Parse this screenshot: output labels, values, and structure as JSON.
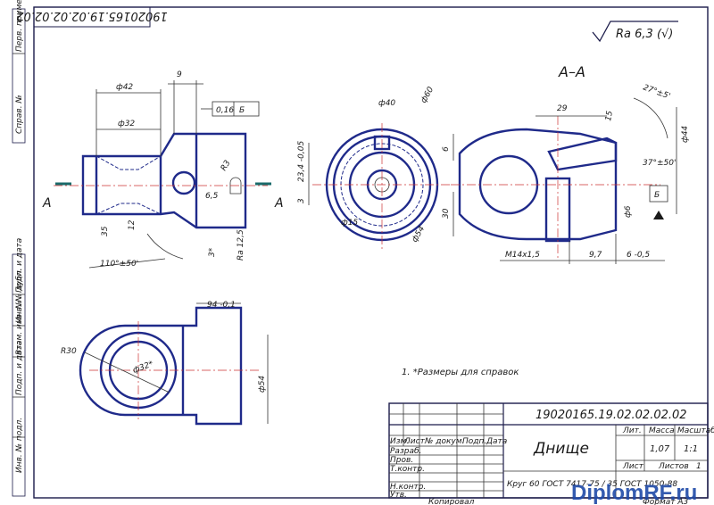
{
  "roughness": {
    "label": "Ra 6,3 (√)"
  },
  "rotated_code": "19020165.19.02.02.02.02",
  "side_labels": [
    "Перв. примен.",
    "Справ. №",
    "Подп. и дата",
    "Инв. № дубл.",
    "Взам. инв. №",
    "Подп. и дата",
    "Инв. № подл."
  ],
  "section_label": "А–А",
  "section_mark_left": "А",
  "section_mark_right": "А",
  "dims_front": {
    "d42": "ф42",
    "d32": "ф32",
    "nine": "9",
    "tol": "0,16",
    "base": "Б",
    "r3": "R3",
    "six5": "6,5",
    "thirtyfive": "35",
    "twelve": "12",
    "three": "3*",
    "ra125": "Ra 12,5",
    "angle": "110°±50'"
  },
  "dims_circle": {
    "d40": "ф40",
    "d60": "ф60",
    "d234": "23,4 -0,05",
    "three": "3",
    "d15": "ф15",
    "d54": "ф54"
  },
  "dims_section": {
    "twenty9": "29",
    "angle27": "27°±5'",
    "fifteen": "15",
    "d44": "ф44",
    "angle37": "37°±50'",
    "six": "6",
    "thirty": "30",
    "base": "Б",
    "d6": "ф6",
    "thread": "М14х1,5",
    "nine7": "9,7",
    "six05": "6 -0,5"
  },
  "dims_top": {
    "r30": "R30",
    "d32": "ф32*",
    "ninetyfour": "94 -0,1",
    "d54": "ф54"
  },
  "note": "1. *Размеры для справок",
  "title_block": {
    "code": "19020165.19.02.02.02.02",
    "name": "Днище",
    "col_lit": "Лит.",
    "col_mass": "Масса",
    "col_scale": "Масштаб",
    "mass": "1,07",
    "scale": "1:1",
    "sheet": "Лист",
    "sheets": "Листов",
    "sheets_val": "1",
    "material": "Круг 60 ГОСТ 7417-75 / 35 ГОСТ 1050-88",
    "rows": [
      "Изм.",
      "Лист",
      "№ докум.",
      "Подп.",
      "Дата"
    ],
    "roles": [
      "Разраб.",
      "Пров.",
      "Т.контр.",
      "",
      "Н.контр.",
      "Утв."
    ],
    "copied": "Копировал",
    "format": "Формат А3"
  },
  "watermark": "DiplomRF.ru"
}
